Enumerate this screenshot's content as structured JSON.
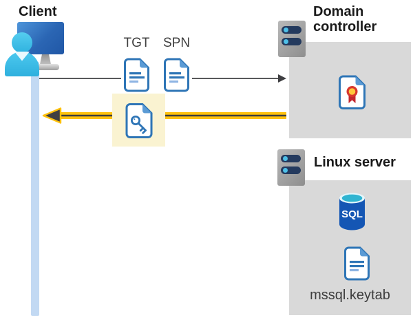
{
  "client": {
    "title": "Client"
  },
  "labels": {
    "tgt": "TGT",
    "spn": "SPN"
  },
  "domain_controller": {
    "title": "Domain controller"
  },
  "linux_server": {
    "title": "Linux server",
    "sql_badge": "SQL",
    "keytab": "mssql.keytab"
  },
  "icons": {
    "client": "person-at-monitor-icon",
    "timeline": "client-lifeline-bar",
    "tgt": "document-icon",
    "spn": "document-icon",
    "key_document": "key-document-icon",
    "certificate": "certificate-icon",
    "sql": "sql-database-icon",
    "keytab_file": "document-icon",
    "servers": "server-icon",
    "request": "right-arrow-icon",
    "response": "left-arrow-icon"
  },
  "colors": {
    "accent_yellow": "#ffc10d",
    "highlight_box": "#faf3d1",
    "container_gray": "#d9d9d9",
    "doc_blue": "#2e75b6",
    "doc_fold_blue": "#5b9bd5",
    "timeline_blue": "#c2d9f3",
    "arrow_gray": "#58595b",
    "server_navy": "#243a5e",
    "server_dot_cyan": "#4ec0e8",
    "sql_body_blue": "#1456b4",
    "cert_red": "#d8372f",
    "cert_gold": "#ffc83d",
    "person_cyan": "#3fc0e8"
  }
}
